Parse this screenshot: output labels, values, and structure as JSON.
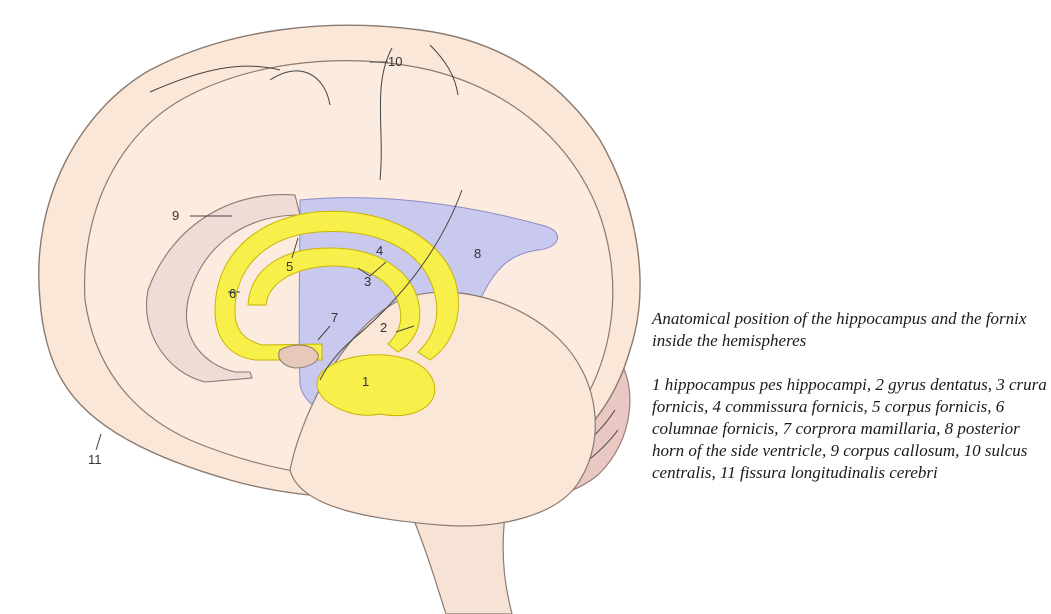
{
  "caption": {
    "title": "Anatomical position of the hippocampus and the fornix inside the hemispheres",
    "legend": "1 hippocampus pes hippocampi, 2 gyrus dentatus, 3 crura fornicis, 4 commissura fornicis, 5 corpus fornicis, 6 columnae fornicis, 7 corprora mamillaria, 8 posterior horn of the side ventricle, 9 corpus callosum, 10 sulcus centralis, 11 fissura longitudinalis cerebri"
  },
  "labels": {
    "l1": "1",
    "l2": "2",
    "l3": "3",
    "l4": "4",
    "l5": "5",
    "l6": "6",
    "l7": "7",
    "l8": "8",
    "l9": "9",
    "l10": "10",
    "l11": "11"
  },
  "colors": {
    "brain": "#fbe7d8",
    "brain_outline": "#8a7a70",
    "hippocampus": "#f8f04a",
    "ventricle": "#c9c8ee",
    "cerebellum": "#e9c7c2",
    "corpus_callosum": "#efdcd6"
  }
}
